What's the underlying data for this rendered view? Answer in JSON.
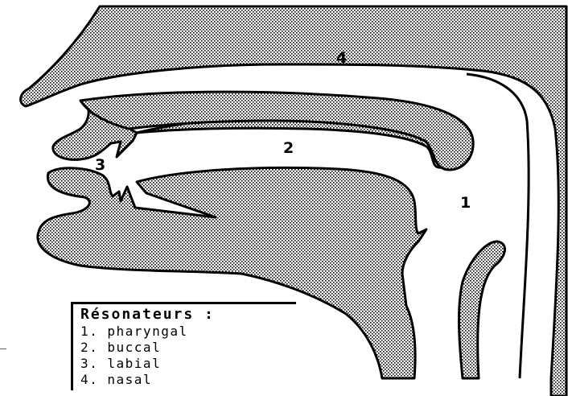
{
  "labels": {
    "pharyngal": "1",
    "buccal": "2",
    "labial": "3",
    "nasal": "4"
  },
  "legend": {
    "title": "Résonateurs :",
    "items": [
      "1. pharyngal",
      "2. buccal",
      "3. labial",
      "4. nasal"
    ]
  },
  "colors": {
    "ink": "#000000",
    "background": "#ffffff",
    "side_mark": "#6a4bd0"
  }
}
